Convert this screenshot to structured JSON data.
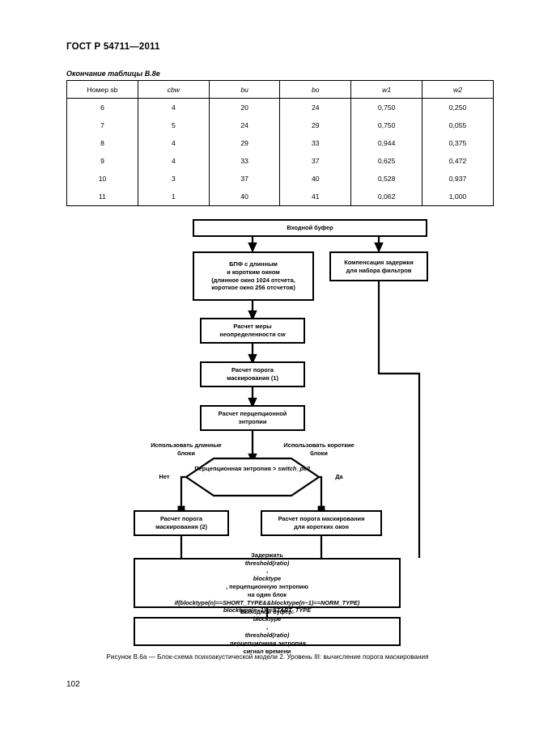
{
  "header": {
    "standard": "ГОСТ Р 54711—2011"
  },
  "table": {
    "caption": "Окончание таблицы В.8е",
    "columns": [
      "Номер sb",
      "cbw",
      "bu",
      "bo",
      "w1",
      "w2"
    ],
    "rows": [
      [
        "6",
        "4",
        "20",
        "24",
        "0,750",
        "0,250"
      ],
      [
        "7",
        "5",
        "24",
        "29",
        "0,750",
        "0,055"
      ],
      [
        "8",
        "4",
        "29",
        "33",
        "0,944",
        "0,375"
      ],
      [
        "9",
        "4",
        "33",
        "37",
        "0,625",
        "0,472"
      ],
      [
        "10",
        "3",
        "37",
        "40",
        "0,528",
        "0,937"
      ],
      [
        "11",
        "1",
        "40",
        "41",
        "0,062",
        "1,000"
      ]
    ]
  },
  "flowchart": {
    "input_buffer": "Входной буфер",
    "fft_box": {
      "line1": "БПФ с длинным",
      "line2": "и коротким окном",
      "line3": "(длинное окно 1024 отсчета,",
      "line4": "короткое окно 256 отсчетов)"
    },
    "delay_compensation": {
      "line1": "Компенсация задержки",
      "line2": "для набора фильтров"
    },
    "unpredictability": {
      "line1": "Расчет меры",
      "line2": "неопределенности cw"
    },
    "masking_threshold_1": {
      "line1": "Расчет порога",
      "line2": "маскирования (1)"
    },
    "perceptual_entropy": {
      "line1": "Расчет перцепционной",
      "line2": "энтропии"
    },
    "use_long_blocks": {
      "line1": "Использовать",
      "line2": "длинные блоки"
    },
    "use_short_blocks": {
      "line1": "Использовать",
      "line2": "короткие блоки"
    },
    "decision": {
      "line1": "Перцепционная",
      "line2_prefix": "энтропия > ",
      "line2_var": "switch_pe",
      "line2_suffix": "?"
    },
    "branch_no": "Нет",
    "branch_yes": "Да",
    "masking_threshold_2": {
      "line1": "Расчет порога",
      "line2": "маскирования (2)"
    },
    "masking_short": {
      "line1": "Расчет порога маскирования",
      "line2": "для коротких окон"
    },
    "delay_block": {
      "line1_a": "Задержать ",
      "line1_b": "threshold(ratio)",
      "line1_c": ", ",
      "line1_d": "blocktype",
      "line1_e": ", перцепционную энтропию",
      "line2": "на один блок",
      "line3": "if(blocktype(n)==SHORT_TYPE&&blocktype(n−1)==NORM_TYPE)",
      "line4": "blocktype(n−1)==START_TYPE"
    },
    "output_buffer": {
      "line1_a": "Выходной буфер: ",
      "line1_b": "blocktype",
      "line1_c": ", ",
      "line1_d": "threshold(ratio)",
      "line1_e": ", перцепционная энтропия,",
      "line2": "сигнал времени"
    }
  },
  "figure": {
    "caption": "Рисунок В.6а — Блок-схема психоакустической модели 2. Уровень III: вычисление порога маскирования"
  },
  "page": {
    "number": "102"
  }
}
